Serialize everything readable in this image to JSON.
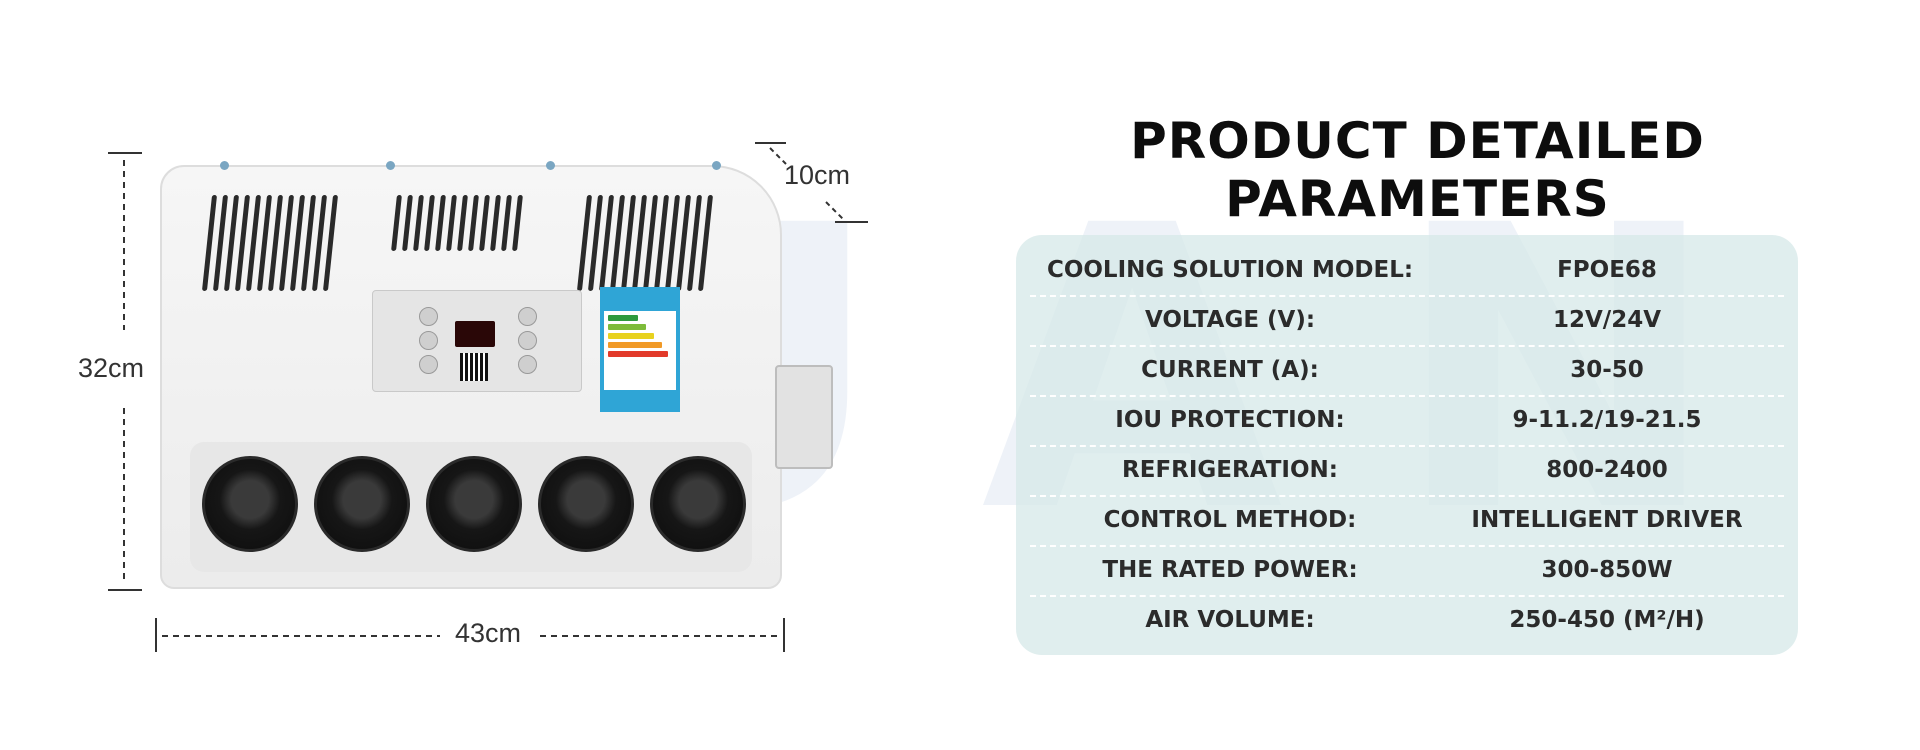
{
  "watermark": "FUAN",
  "dimensions": {
    "height": "32cm",
    "width": "43cm",
    "depth": "10cm"
  },
  "title": "PRODUCT DETAILED PARAMETERS",
  "parameters": [
    {
      "label": "COOLING SOLUTION MODEL:",
      "value": "FPOE68"
    },
    {
      "label": "VOLTAGE (V):",
      "value": "12V/24V"
    },
    {
      "label": "CURRENT (A):",
      "value": "30-50"
    },
    {
      "label": "IOU PROTECTION:",
      "value": "9-11.2/19-21.5"
    },
    {
      "label": "REFRIGERATION:",
      "value": "800-2400"
    },
    {
      "label": "CONTROL METHOD:",
      "value": "INTELLIGENT DRIVER"
    },
    {
      "label": "THE RATED POWER:",
      "value": "300-850W"
    },
    {
      "label": "AIR VOLUME:",
      "value": "250-450 (M²/H)"
    }
  ],
  "colors": {
    "table_bg": "#d6e8e8",
    "text": "#2b2b2b",
    "title": "#0d0d0d",
    "label_border": "#2fa5d6"
  }
}
